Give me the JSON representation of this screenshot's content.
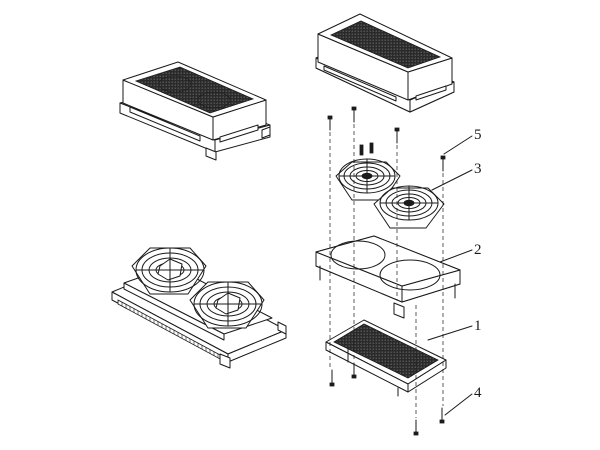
{
  "callouts": [
    {
      "label": "1",
      "part": "mesh-filter-panel"
    },
    {
      "label": "2",
      "part": "fan-mounting-plate"
    },
    {
      "label": "3",
      "part": "axial-fan"
    },
    {
      "label": "4",
      "part": "bottom-screw"
    },
    {
      "label": "5",
      "part": "top-screw"
    }
  ]
}
